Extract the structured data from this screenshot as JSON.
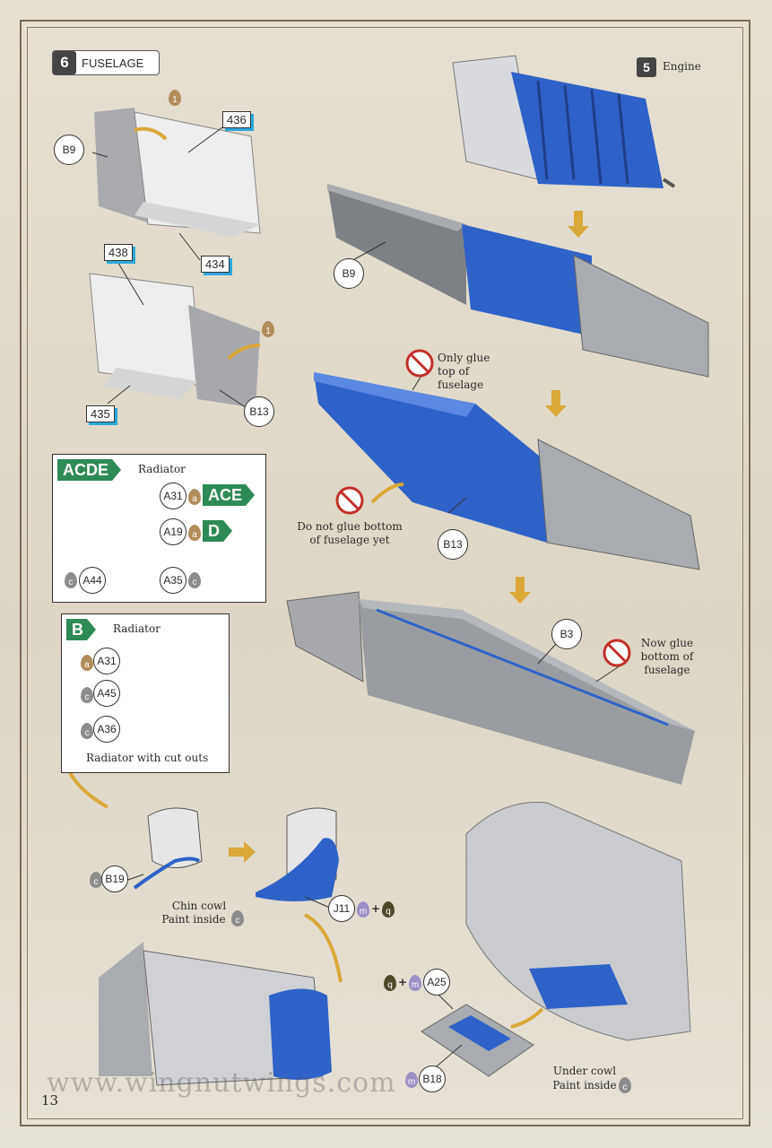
{
  "step": {
    "number": "6",
    "title": "FUSELAGE"
  },
  "engine_ref": {
    "number": "5",
    "label": "Engine"
  },
  "parts": {
    "p436": "436",
    "p434": "434",
    "p438": "438",
    "p435": "435",
    "b9": "B9",
    "b13": "B13",
    "b3": "B3",
    "b19": "B19",
    "j11": "J11",
    "a25": "A25",
    "b18": "B18"
  },
  "drop_marks": {
    "one": "1",
    "a": "a",
    "c": "c",
    "m": "m",
    "q": "q"
  },
  "plus": "+",
  "notes": {
    "only_glue_top": "Only glue top of fuselage",
    "do_not_glue_bottom": "Do not glue bottom of fuselage yet",
    "now_glue_bottom": "Now glue bottom of fuselage",
    "chin_cowl": "Chin cowl",
    "paint_inside": "Paint inside",
    "under_cowl": "Under cowl"
  },
  "box_acde": {
    "variant": "ACDE",
    "title": "Radiator",
    "a31": "A31",
    "a19": "A19",
    "a44": "A44",
    "a35": "A35",
    "variant_ace": "ACE",
    "variant_d": "D"
  },
  "box_b": {
    "variant": "B",
    "title": "Radiator",
    "a31": "A31",
    "a45": "A45",
    "a36": "A36",
    "caption": "Radiator with cut outs"
  },
  "footer": {
    "page": "13",
    "website": "www.wingnutwings.com"
  },
  "colors": {
    "blue": "#2f62c7",
    "grey": "#9a9ea3",
    "green": "#2e8a56",
    "accent": "#2aa8d8"
  }
}
